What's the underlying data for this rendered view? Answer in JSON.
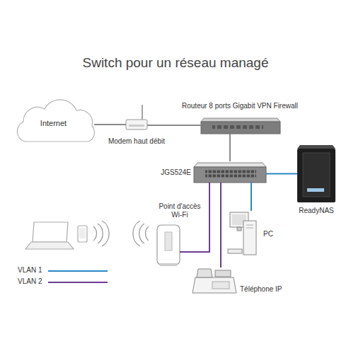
{
  "diagram": {
    "title": "Switch pour un réseau managé",
    "nodes": [
      {
        "text": [
          "Internet"
        ]
      },
      {
        "text": [
          "Modem haut débit"
        ]
      },
      {
        "text": [
          "Routeur 8 ports Gigabit VPN Firewall"
        ]
      },
      {
        "text": [
          "JGS524E"
        ]
      },
      {
        "text": [
          "Point d'accès Wi-Fi"
        ]
      },
      {
        "text": [
          "ReadyNAS"
        ]
      },
      {
        "text": [
          "PC"
        ]
      },
      {
        "text": [
          "Téléphone IP"
        ]
      }
    ],
    "edges": [
      {
        "from": 0,
        "to": 1,
        "arrow": "none"
      },
      {
        "from": 1,
        "to": 2,
        "arrow": "none"
      },
      {
        "from": 2,
        "to": 3,
        "arrow": "none"
      },
      {
        "from": 3,
        "to": 5,
        "arrow": "none"
      },
      {
        "from": 3,
        "to": 6,
        "arrow": "none"
      },
      {
        "from": 3,
        "to": 4,
        "arrow": "none"
      },
      {
        "from": 3,
        "to": 7,
        "arrow": "none"
      }
    ],
    "legend": [
      {
        "text": "VLAN 1",
        "color": "#2b86c5"
      },
      {
        "text": "VLAN 2",
        "color": "#6a3d8f"
      }
    ]
  }
}
